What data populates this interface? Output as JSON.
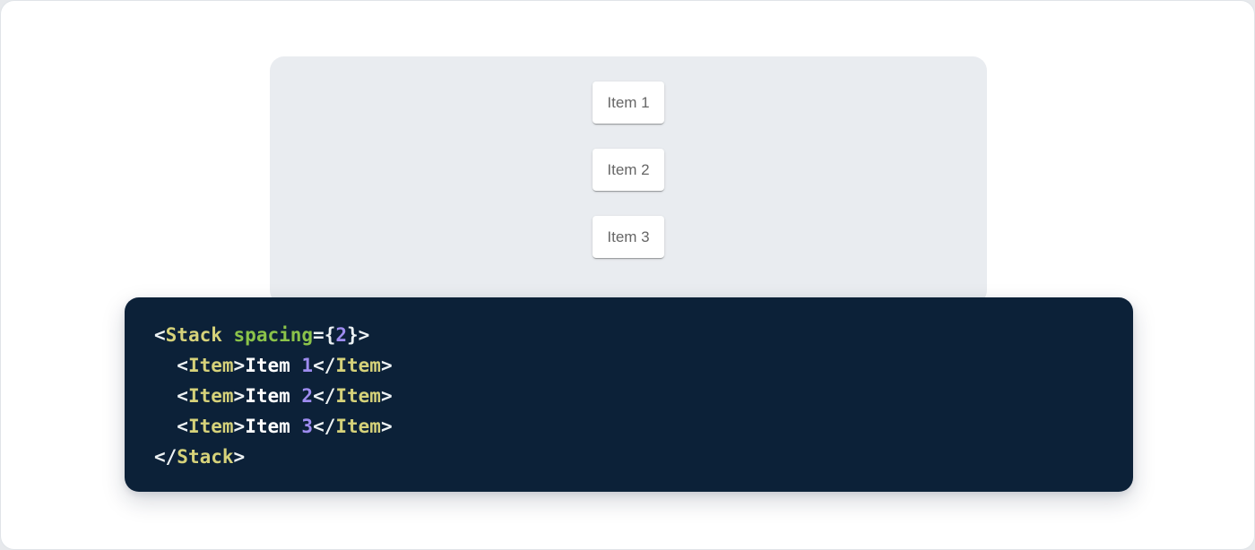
{
  "theme": {
    "page_bg": "#e7e9ec",
    "card_bg": "#ffffff",
    "card_border": "#e0e4e8",
    "panel_bg": "#e9ecf0",
    "item_bg": "#ffffff",
    "item_text": "#666666",
    "code_bg": "#0c2138",
    "code_punct": "#edf2f4",
    "code_tag": "#d6d27a",
    "code_attr": "#8bc34a",
    "code_num": "#9e8cf0",
    "code_text": "#ffffff"
  },
  "demo": {
    "items": [
      {
        "label": "Item 1"
      },
      {
        "label": "Item 2"
      },
      {
        "label": "Item 3"
      }
    ]
  },
  "code": {
    "lines": [
      [
        {
          "t": "punct",
          "v": "<"
        },
        {
          "t": "tag",
          "v": "Stack"
        },
        {
          "t": "text",
          "v": " "
        },
        {
          "t": "attr",
          "v": "spacing"
        },
        {
          "t": "punct",
          "v": "={"
        },
        {
          "t": "num",
          "v": "2"
        },
        {
          "t": "punct",
          "v": "}>"
        }
      ],
      [
        {
          "t": "text",
          "v": "  "
        },
        {
          "t": "punct",
          "v": "<"
        },
        {
          "t": "tag",
          "v": "Item"
        },
        {
          "t": "punct",
          "v": ">"
        },
        {
          "t": "text",
          "v": "Item "
        },
        {
          "t": "num",
          "v": "1"
        },
        {
          "t": "punct",
          "v": "</"
        },
        {
          "t": "tag",
          "v": "Item"
        },
        {
          "t": "punct",
          "v": ">"
        }
      ],
      [
        {
          "t": "text",
          "v": "  "
        },
        {
          "t": "punct",
          "v": "<"
        },
        {
          "t": "tag",
          "v": "Item"
        },
        {
          "t": "punct",
          "v": ">"
        },
        {
          "t": "text",
          "v": "Item "
        },
        {
          "t": "num",
          "v": "2"
        },
        {
          "t": "punct",
          "v": "</"
        },
        {
          "t": "tag",
          "v": "Item"
        },
        {
          "t": "punct",
          "v": ">"
        }
      ],
      [
        {
          "t": "text",
          "v": "  "
        },
        {
          "t": "punct",
          "v": "<"
        },
        {
          "t": "tag",
          "v": "Item"
        },
        {
          "t": "punct",
          "v": ">"
        },
        {
          "t": "text",
          "v": "Item "
        },
        {
          "t": "num",
          "v": "3"
        },
        {
          "t": "punct",
          "v": "</"
        },
        {
          "t": "tag",
          "v": "Item"
        },
        {
          "t": "punct",
          "v": ">"
        }
      ],
      [
        {
          "t": "punct",
          "v": "</"
        },
        {
          "t": "tag",
          "v": "Stack"
        },
        {
          "t": "punct",
          "v": ">"
        }
      ]
    ]
  }
}
